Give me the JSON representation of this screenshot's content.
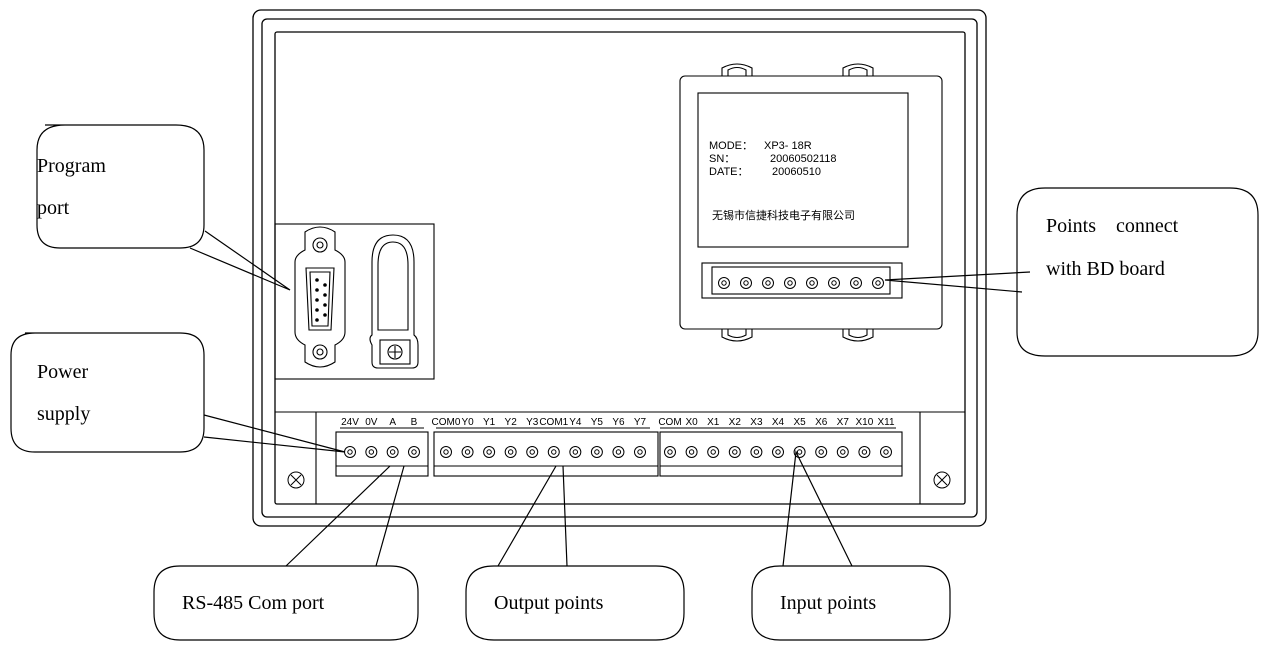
{
  "callouts": {
    "program_port": [
      "Program",
      "port"
    ],
    "power_supply": [
      "Power",
      "supply"
    ],
    "points_connect_bd": [
      "Points    connect",
      "with BD board"
    ],
    "rs485": "RS-485 Com port",
    "output_points": "Output points",
    "input_points": "Input points"
  },
  "nameplate": {
    "mode_label": "MODE：",
    "mode_value": "XP3- 18R",
    "sn_label": "SN：",
    "sn_value": "20060502118",
    "date_label": "DATE：",
    "date_value": "20060510",
    "company": "无锡市信捷科技电子有限公司"
  },
  "terminals": {
    "power": [
      "24V",
      "0V",
      "A",
      "B"
    ],
    "output": [
      "COM0",
      "Y0",
      "Y1",
      "Y2",
      "Y3",
      "COM1",
      "Y4",
      "Y5",
      "Y6",
      "Y7"
    ],
    "input": [
      "COM",
      "X0",
      "X1",
      "X2",
      "X3",
      "X4",
      "X5",
      "X6",
      "X7",
      "X10",
      "X11"
    ]
  },
  "bd_board_points": 8,
  "colors": {
    "line": "#000000",
    "background": "#ffffff"
  }
}
